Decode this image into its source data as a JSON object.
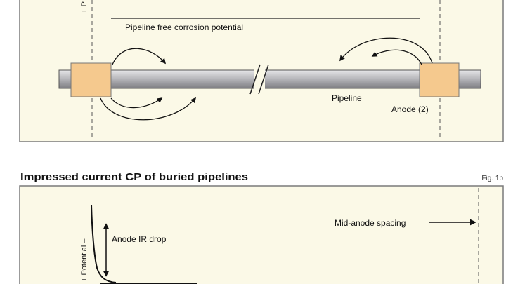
{
  "panel_a": {
    "axis_label": "+ P",
    "free_corrosion_label": "Pipeline free corrosion potential",
    "pipeline_label": "Pipeline",
    "anode_label": "Anode (2)"
  },
  "panel_b": {
    "title": "Impressed current CP of buried pipelines",
    "fig_label": "Fig. 1b",
    "axis_label": "+ Potential –",
    "ir_drop_label": "Anode IR drop",
    "spacing_label": "Mid-anode spacing"
  },
  "colors": {
    "panel_bg": "#fbf9e7",
    "anode_fill": "#f5c98e",
    "pipe_fill": "#a8a8ac",
    "frame": "#7a7a7a"
  }
}
